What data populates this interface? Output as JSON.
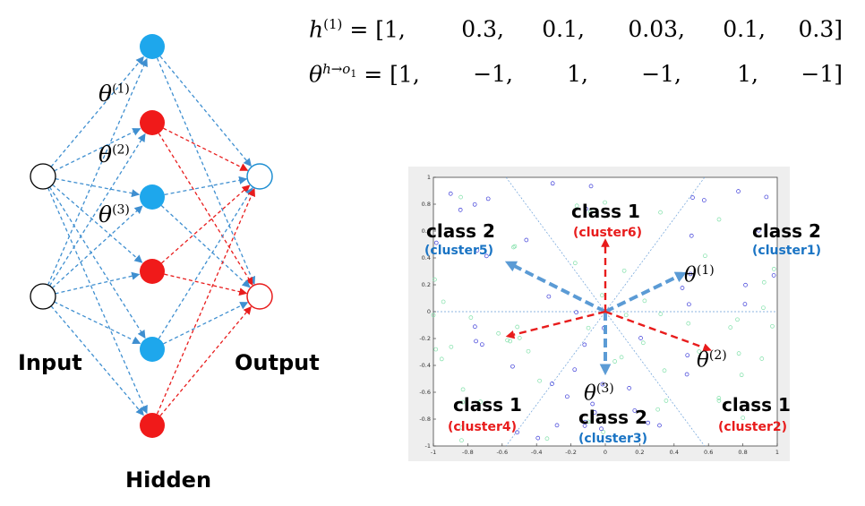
{
  "network": {
    "input_label": "Input",
    "output_label": "Output",
    "hidden_label": "Hidden",
    "theta_labels": [
      {
        "sym": "θ",
        "sup": "(1)"
      },
      {
        "sym": "θ",
        "sup": "(2)"
      },
      {
        "sym": "θ",
        "sup": "(3)"
      }
    ],
    "colors": {
      "blue_node": "#1ea7ec",
      "red_node": "#f01a1a",
      "blue_edge": "#3f8fd0",
      "red_edge": "#e81c1c",
      "output_node": "#1f8fd2"
    }
  },
  "equations": {
    "h": {
      "lhs_sym": "h",
      "lhs_sup": "(1)",
      "eq": "= [1,",
      "values": [
        "0.3,",
        "0.1,",
        "0.03,",
        "0.1,",
        "0.3]"
      ]
    },
    "theta": {
      "lhs_sym": "θ",
      "lhs_sup": "h→o",
      "lhs_sub": "1",
      "eq": "= [1,",
      "values": [
        "−1,",
        "1,",
        "−1,",
        "1,",
        "−1]"
      ]
    }
  },
  "plot": {
    "region_labels": [
      {
        "class": "class 2",
        "cluster": "(cluster5)",
        "color": "#1a74c4"
      },
      {
        "class": "class 1",
        "cluster": "(cluster6)",
        "color": "#e81c1c"
      },
      {
        "class": "class 2",
        "cluster": "(cluster1)",
        "color": "#1a74c4"
      },
      {
        "class": "class 1",
        "cluster": "(cluster4)",
        "color": "#e81c1c"
      },
      {
        "class": "class 2",
        "cluster": "(cluster3)",
        "color": "#1a74c4"
      },
      {
        "class": "class 1",
        "cluster": "(cluster2)",
        "color": "#e81c1c"
      }
    ],
    "vector_labels": [
      {
        "sym": "θ",
        "sup": "(1)"
      },
      {
        "sym": "θ",
        "sup": "(2)"
      },
      {
        "sym": "θ",
        "sup": "(3)"
      }
    ],
    "x_ticks": [
      "-1",
      "-0.8",
      "-0.6",
      "-0.4",
      "-0.2",
      "0",
      "0.2",
      "0.4",
      "0.6",
      "0.8",
      "1"
    ],
    "y_ticks": [
      "1",
      "0.8",
      "0.6",
      "0.4",
      "0.2",
      "0",
      "-0.2",
      "-0.4",
      "-0.6",
      "-0.8",
      "-1"
    ],
    "xlim": [
      -1,
      1
    ],
    "ylim": [
      -1,
      1
    ],
    "colors": {
      "blue_arrow": "#5b9bd5",
      "red_arrow": "#e81c1c",
      "blue_points": "#3a3ad8",
      "green_points": "#7fe0a8",
      "divider": "#6a9fd8"
    }
  }
}
